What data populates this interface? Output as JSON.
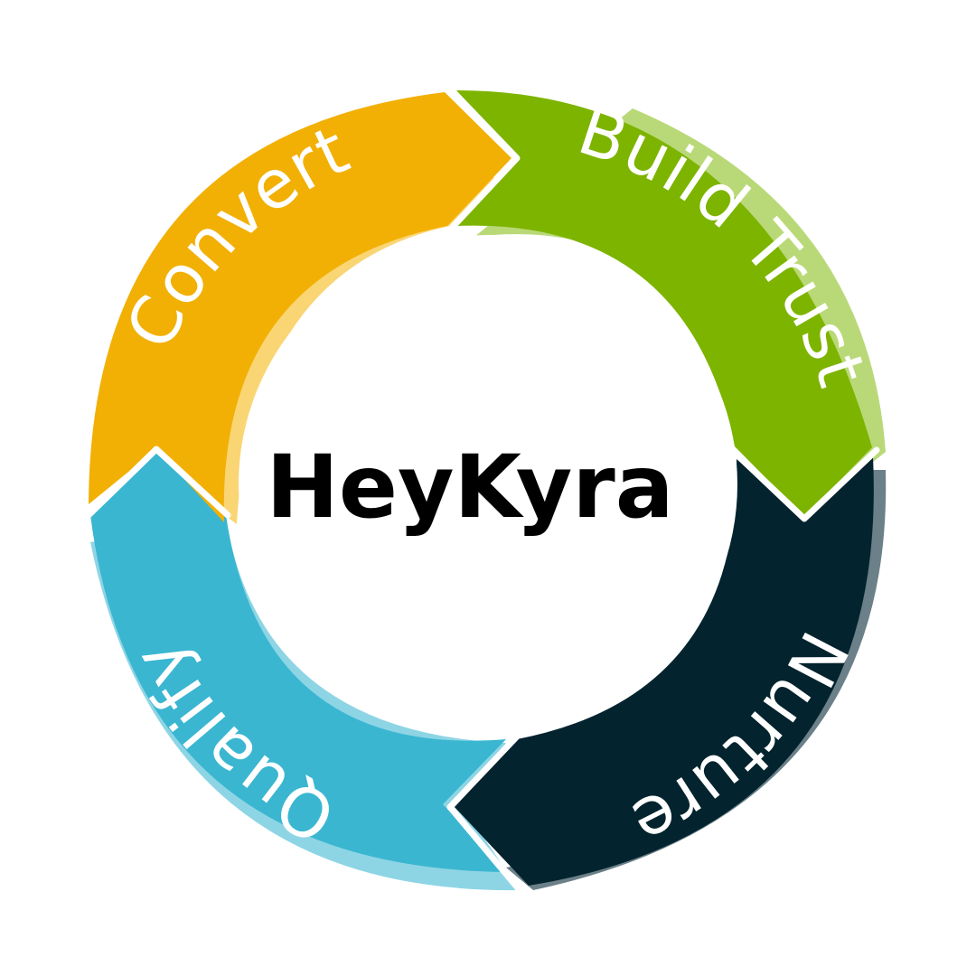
{
  "title": "HeyKyra",
  "segments": [
    {
      "id": "build-trust",
      "label": "Build Trust",
      "color": "#7db400",
      "shade": "#b9d978"
    },
    {
      "id": "nurture",
      "label": "Nurture",
      "color": "#03232e",
      "shade": "#6b8088"
    },
    {
      "id": "qualify",
      "label": "Qualify",
      "color": "#3ab6d1",
      "shade": "#8dd5e5"
    },
    {
      "id": "convert",
      "label": "Convert",
      "color": "#f2b005",
      "shade": "#fad574"
    }
  ]
}
